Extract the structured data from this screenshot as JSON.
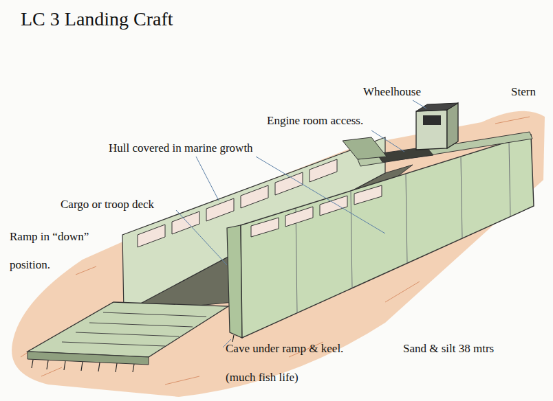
{
  "diagram": {
    "title": "LC 3 Landing Craft",
    "labels": [
      "Wheelhouse",
      "Stern",
      "Engine room access.",
      "Hull covered in marine growth",
      "Cargo or troop deck",
      "Ramp in “down” position.",
      "Cave under ramp & keel.",
      "(much fish life)",
      "Sand & silt 38 mtrs"
    ]
  }
}
